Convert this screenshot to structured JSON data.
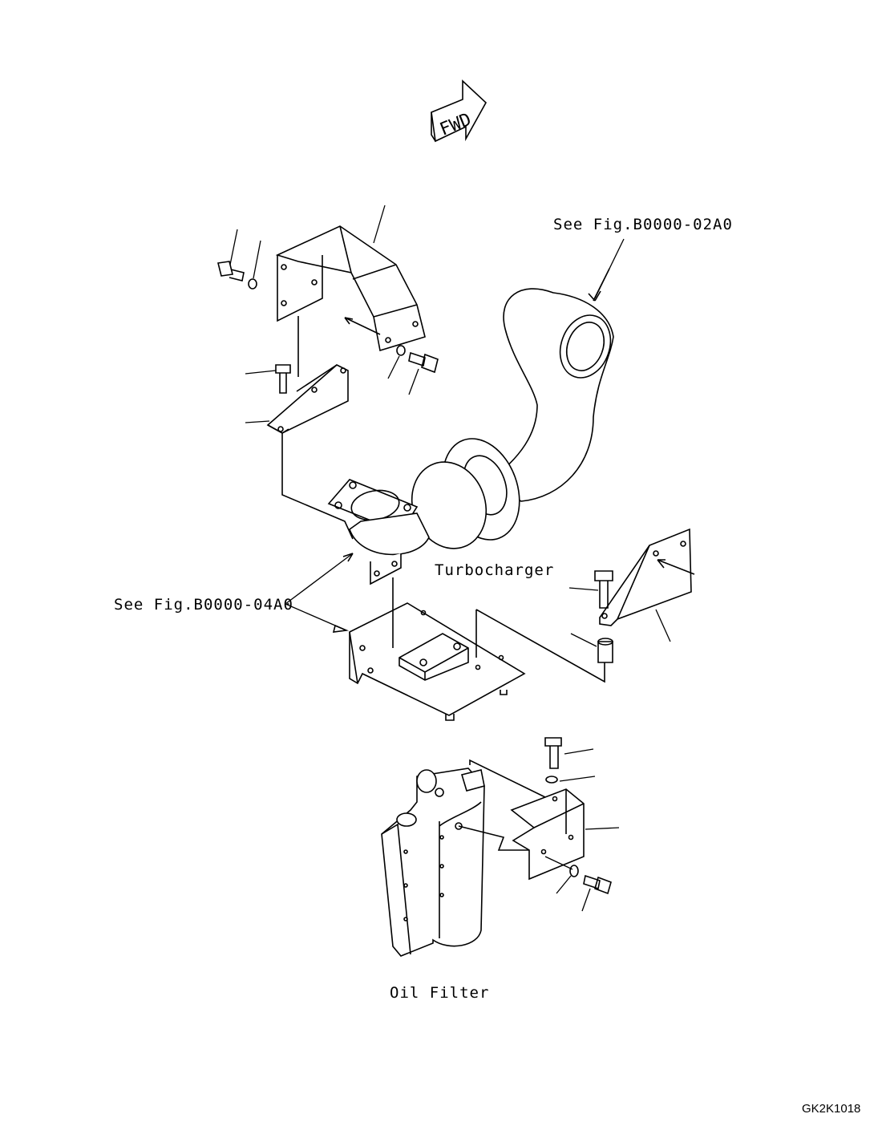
{
  "fwd_label": "FWD",
  "labels": {
    "turbocharger": "Turbocharger",
    "oil_filter": "Oil Filter",
    "ref_intake": "See Fig.B0000-02A0",
    "ref_exhaust": "See Fig.B0000-04A0"
  },
  "drawing_code": "GK2K1018"
}
